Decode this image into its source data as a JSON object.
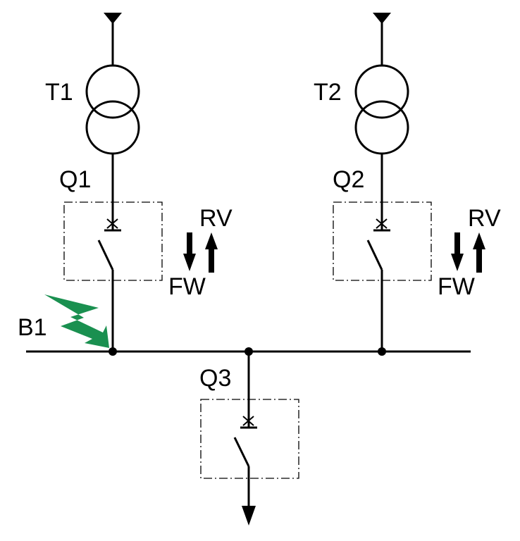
{
  "labels": {
    "t1": "T1",
    "t2": "T2",
    "q1": "Q1",
    "q2": "Q2",
    "q3": "Q3",
    "b1": "B1",
    "rv_left": "RV",
    "fw_left": "FW",
    "rv_right": "RV",
    "fw_right": "FW"
  },
  "colors": {
    "line": "#000000",
    "fault": "#1a9050"
  },
  "icons": {
    "fault": "lightning-fault-icon",
    "breaker": "circuit-breaker-icon",
    "transformer": "transformer-icon"
  }
}
